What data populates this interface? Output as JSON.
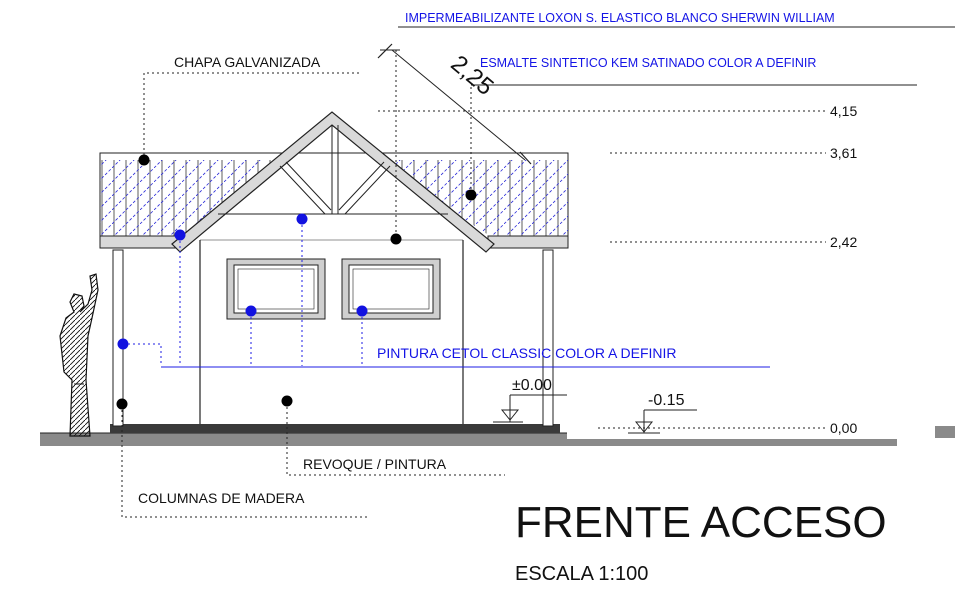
{
  "notes": {
    "impermeabilizante": "IMPERMEABILIZANTE LOXON S. ELASTICO BLANCO SHERWIN WILLIAM",
    "esmalte": "ESMALTE SINTETICO KEM SATINADO COLOR A DEFINIR",
    "chapa": "CHAPA GALVANIZADA",
    "pintura_cetol": "PINTURA CETOL CLASSIC COLOR A DEFINIR",
    "revoque": "REVOQUE / PINTURA",
    "columnas": "COLUMNAS DE MADERA"
  },
  "dimensions": {
    "slope": "2,25",
    "level_415": "4,15",
    "level_361": "3,61",
    "level_242": "2,42",
    "level_000": "0,00",
    "floor_level": "±0.00",
    "outside_level": "-0.15"
  },
  "title": {
    "main": "FRENTE ACCESO",
    "scale": "ESCALA 1:100"
  },
  "colors": {
    "annotation_blue": "#1414e6",
    "line_dark": "#222222",
    "roof_fill": "#d9d9d9",
    "ground_fill": "#8a8a8a"
  }
}
